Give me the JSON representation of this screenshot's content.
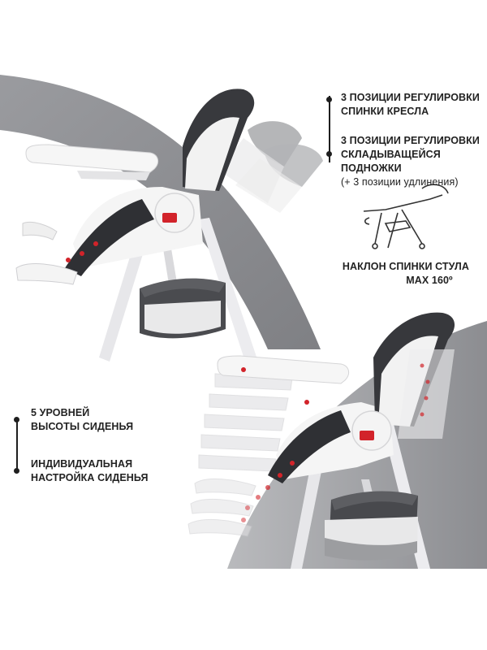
{
  "features": {
    "backrest": {
      "line1": "3 ПОЗИЦИИ РЕГУЛИРОВКИ",
      "line2": "СПИНКИ КРЕСЛА"
    },
    "footrest": {
      "line1": "3 ПОЗИЦИИ РЕГУЛИРОВКИ",
      "line2": "СКЛАДЫВАЩЕЙСЯ ПОДНОЖКИ",
      "line3": "(+ 3 позиции удлинения)"
    },
    "recline": {
      "line1": "НАКЛОН СПИНКИ СТУЛА",
      "line2": "MAX 160º"
    },
    "height": {
      "line1": "5 УРОВНЕЙ",
      "line2": "ВЫСОТЫ СИДЕНЬЯ"
    },
    "seat": {
      "line1": "ИНДИВИДУАЛЬНАЯ",
      "line2": "НАСТРОЙКА СИДЕНЬЯ"
    }
  },
  "colors": {
    "background": "#ffffff",
    "band_gray": "#8e8f93",
    "band_light": "#c9cacd",
    "seat_dark": "#3a3b3f",
    "frame_white": "#f3f3f3",
    "accent_red": "#d2232a",
    "text": "#222222"
  }
}
